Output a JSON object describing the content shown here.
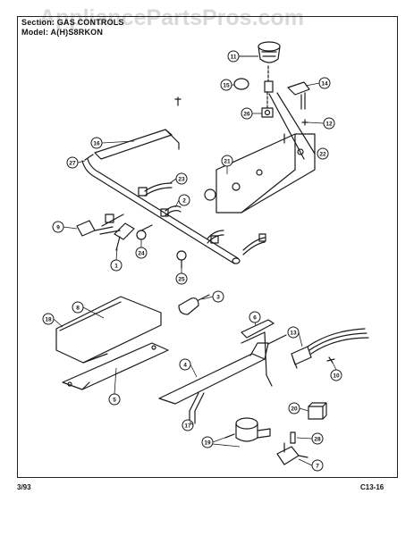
{
  "header": {
    "section": "Section: GAS CONTROLS",
    "model": "Model: A(H)S8RKON"
  },
  "watermark": "AppliancePartsPros.com",
  "footer": {
    "date": "3/93",
    "code": "C13-16"
  },
  "callouts": [
    "1",
    "2",
    "3",
    "4",
    "5",
    "6",
    "7",
    "8",
    "9",
    "10",
    "11",
    "12",
    "13",
    "14",
    "15",
    "16",
    "17",
    "18",
    "19",
    "20",
    "21",
    "22",
    "23",
    "24",
    "25",
    "26",
    "27",
    "28"
  ]
}
